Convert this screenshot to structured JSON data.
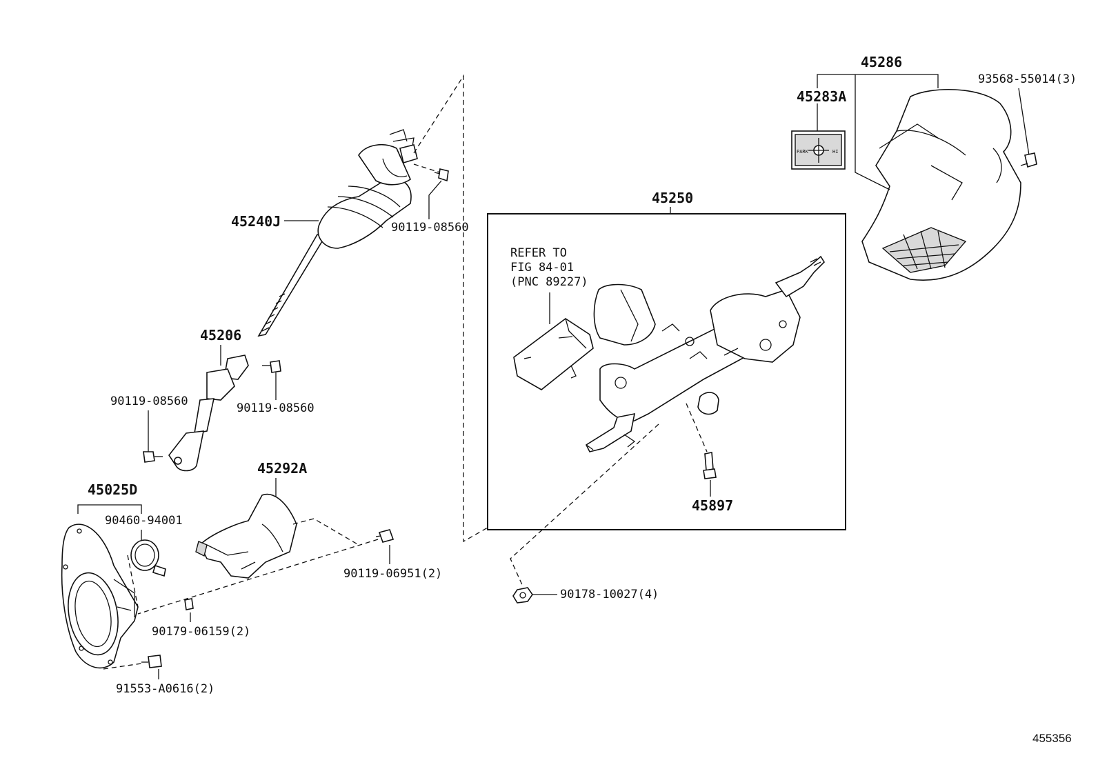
{
  "parts": {
    "p45286": "45286",
    "p45283A": "45283A",
    "p93568": "93568-55014(3)",
    "p45240J": "45240J",
    "p90119_a": "90119-08560",
    "p45250": "45250",
    "refer_line1": "REFER TO",
    "refer_line2": "FIG 84-01",
    "refer_line3": "(PNC 89227)",
    "p45206": "45206",
    "p90119_b": "90119-08560",
    "p90119_c": "90119-08560",
    "p45292A": "45292A",
    "p45025D": "45025D",
    "p90460": "90460-94001",
    "p90119_06951": "90119-06951(2)",
    "p45897": "45897",
    "p90178": "90178-10027(4)",
    "p90179": "90179-06159(2)",
    "p91553": "91553-A0616(2)"
  },
  "emblem": {
    "left": "PARK",
    "right": "HI"
  },
  "illustration_id": "455356"
}
